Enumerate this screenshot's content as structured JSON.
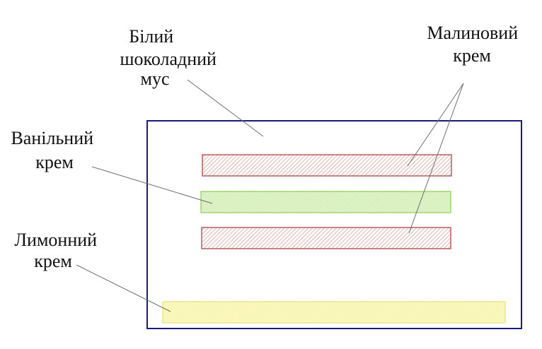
{
  "labels": {
    "white_chocolate_mousse": [
      "Білий",
      "шоколадний",
      "мус"
    ],
    "raspberry_cream": [
      "Малиновий",
      "крем"
    ],
    "vanilla_cream": [
      "Ванільний",
      "крем"
    ],
    "lemon_cream": [
      "Лимонний",
      "крем"
    ]
  },
  "colors": {
    "cake_outline": "#1a1a7a",
    "raspberry_stroke": "#a33a3a",
    "raspberry_hatch": "#d08a8a",
    "vanilla_stroke": "#8ccc55",
    "vanilla_fill": "#dff3c8",
    "lemon_stroke": "#e6e27a",
    "lemon_fill": "#fbf9bf",
    "leader_line": "#6e6e6e"
  }
}
